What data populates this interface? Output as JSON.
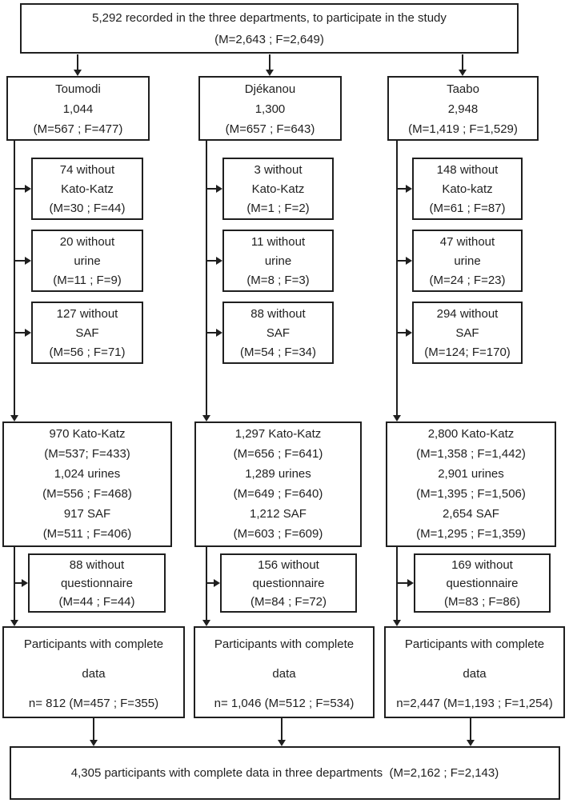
{
  "diagram": {
    "title": "Study participant flow diagram",
    "colors": {
      "ink": "#1f1f1f",
      "background": "#ffffff"
    },
    "top_box": {
      "line1": "5,292 recorded in the three departments, to participate in the study",
      "line2": "(M=2,643 ; F=2,649)"
    },
    "columns": [
      {
        "department": {
          "name": "Toumodi",
          "total": "1,044",
          "mf": "(M=567 ; F=477)"
        },
        "exclusions": [
          {
            "line1": "74 without",
            "line2": "Kato-Katz",
            "line3": "(M=30 ; F=44)"
          },
          {
            "line1": "20 without",
            "line2": "urine",
            "line3": "(M=11 ; F=9)"
          },
          {
            "line1": "127 without",
            "line2": "SAF",
            "line3": "(M=56 ; F=71)"
          }
        ],
        "samples": {
          "line1": "970 Kato-Katz",
          "line2": "(M=537; F=433)",
          "line3": "1,024 urines",
          "line4": "(M=556 ; F=468)",
          "line5": "917 SAF",
          "line6": "(M=511 ; F=406)"
        },
        "questionnaire": {
          "line1": "88 without",
          "line2": "questionnaire",
          "line3": "(M=44 ; F=44)"
        },
        "complete": {
          "line1": "Participants with complete",
          "line2": "data",
          "line3": "n= 812 (M=457 ; F=355)"
        }
      },
      {
        "department": {
          "name": "Djékanou",
          "total": "1,300",
          "mf": "(M=657 ; F=643)"
        },
        "exclusions": [
          {
            "line1": "3 without",
            "line2": "Kato-Katz",
            "line3": "(M=1 ; F=2)"
          },
          {
            "line1": "11 without",
            "line2": "urine",
            "line3": "(M=8 ; F=3)"
          },
          {
            "line1": "88 without",
            "line2": "SAF",
            "line3": "(M=54 ; F=34)"
          }
        ],
        "samples": {
          "line1": "1,297 Kato-Katz",
          "line2": "(M=656 ; F=641)",
          "line3": "1,289 urines",
          "line4": "(M=649 ; F=640)",
          "line5": "1,212 SAF",
          "line6": "(M=603 ; F=609)"
        },
        "questionnaire": {
          "line1": "156 without",
          "line2": "questionnaire",
          "line3": "(M=84 ; F=72)"
        },
        "complete": {
          "line1": "Participants with complete",
          "line2": "data",
          "line3": "n= 1,046 (M=512 ; F=534)"
        }
      },
      {
        "department": {
          "name": "Taabo",
          "total": "2,948",
          "mf": "(M=1,419 ; F=1,529)"
        },
        "exclusions": [
          {
            "line1": "148 without",
            "line2": "Kato-katz",
            "line3": "(M=61 ; F=87)"
          },
          {
            "line1": "47 without",
            "line2": "urine",
            "line3": "(M=24 ; F=23)"
          },
          {
            "line1": "294 without",
            "line2": "SAF",
            "line3": "(M=124; F=170)"
          }
        ],
        "samples": {
          "line1": "2,800 Kato-Katz",
          "line2": "(M=1,358 ; F=1,442)",
          "line3": "2,901 urines",
          "line4": "(M=1,395 ; F=1,506)",
          "line5": "2,654 SAF",
          "line6": "(M=1,295 ; F=1,359)"
        },
        "questionnaire": {
          "line1": "169 without",
          "line2": "questionnaire",
          "line3": "(M=83 ; F=86)"
        },
        "complete": {
          "line1": "Participants with complete",
          "line2": "data",
          "line3": "n=2,447 (M=1,193 ; F=1,254)"
        }
      }
    ],
    "final_box": {
      "text": "4,305 participants with complete data in three departments  (M=2,162 ; F=2,143)"
    }
  }
}
